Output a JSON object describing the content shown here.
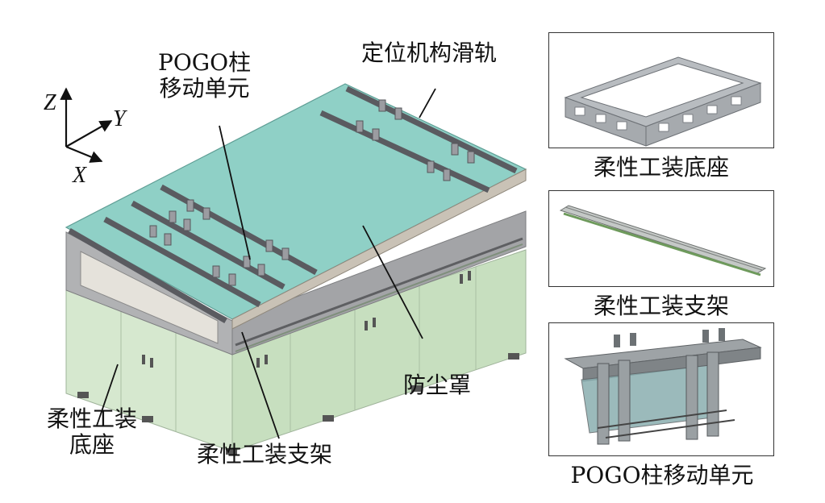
{
  "axes": {
    "z": "Z",
    "y": "Y",
    "x": "X"
  },
  "main_labels": {
    "pogo_unit": [
      "POGO柱",
      "移动单元"
    ],
    "rail": "定位机构滑轨",
    "dust_cover": "防尘罩",
    "base": [
      "柔性工装",
      "底座"
    ],
    "bracket": "柔性工装支架"
  },
  "panels": [
    {
      "caption": "柔性工装底座",
      "icon": "base-frame-icon"
    },
    {
      "caption": "柔性工装支架",
      "icon": "bracket-beam-icon"
    },
    {
      "caption": "POGO柱移动单元",
      "icon": "pogo-unit-icon"
    }
  ],
  "colors": {
    "cover": "#8fd0c6",
    "base": "#cfe3c8",
    "frame": "#a8a9ab",
    "rail": "#6f7075"
  }
}
